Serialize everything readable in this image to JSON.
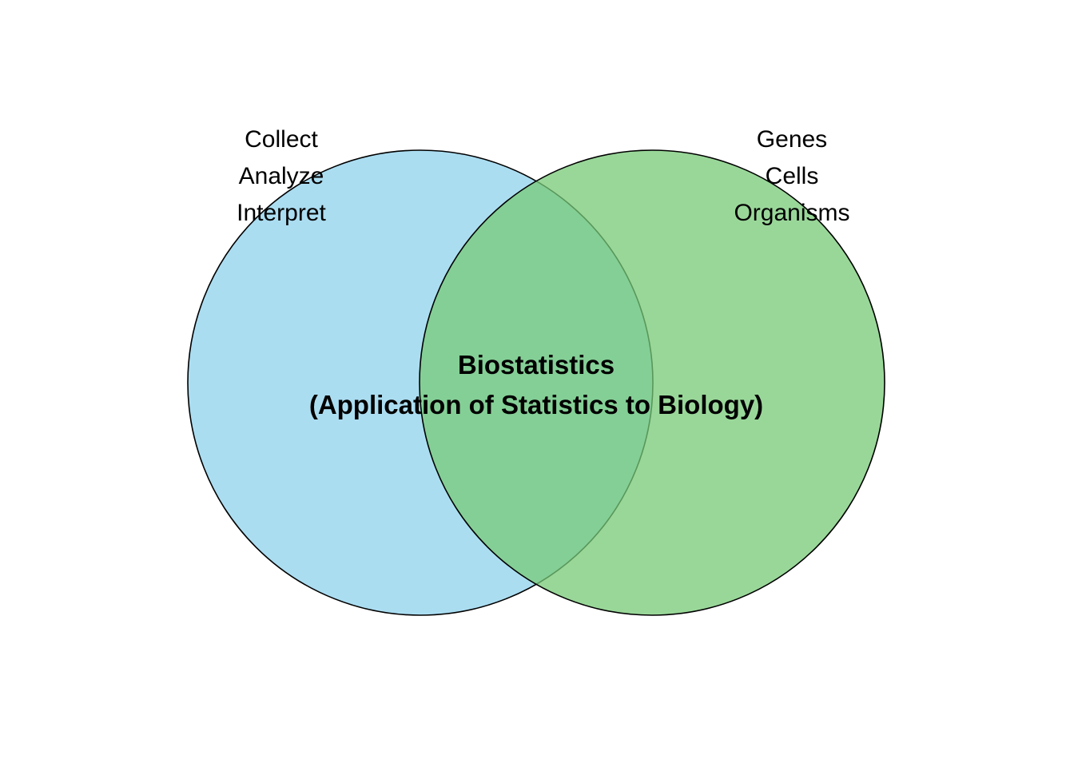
{
  "diagram": {
    "type": "venn",
    "sets": [
      {
        "id": "left",
        "fill_color": "#87CEEB",
        "fill_opacity": 0.7,
        "stroke_color": "#000000",
        "items": [
          "Collect",
          "Analyze",
          "Interpret"
        ]
      },
      {
        "id": "right",
        "fill_color": "#77C977",
        "fill_opacity": 0.75,
        "stroke_color": "#000000",
        "items": [
          "Genes",
          "Cells",
          "Organisms"
        ]
      }
    ],
    "intersection": {
      "title": "Biostatistics",
      "subtitle": "(Application of Statistics to Biology)"
    }
  }
}
